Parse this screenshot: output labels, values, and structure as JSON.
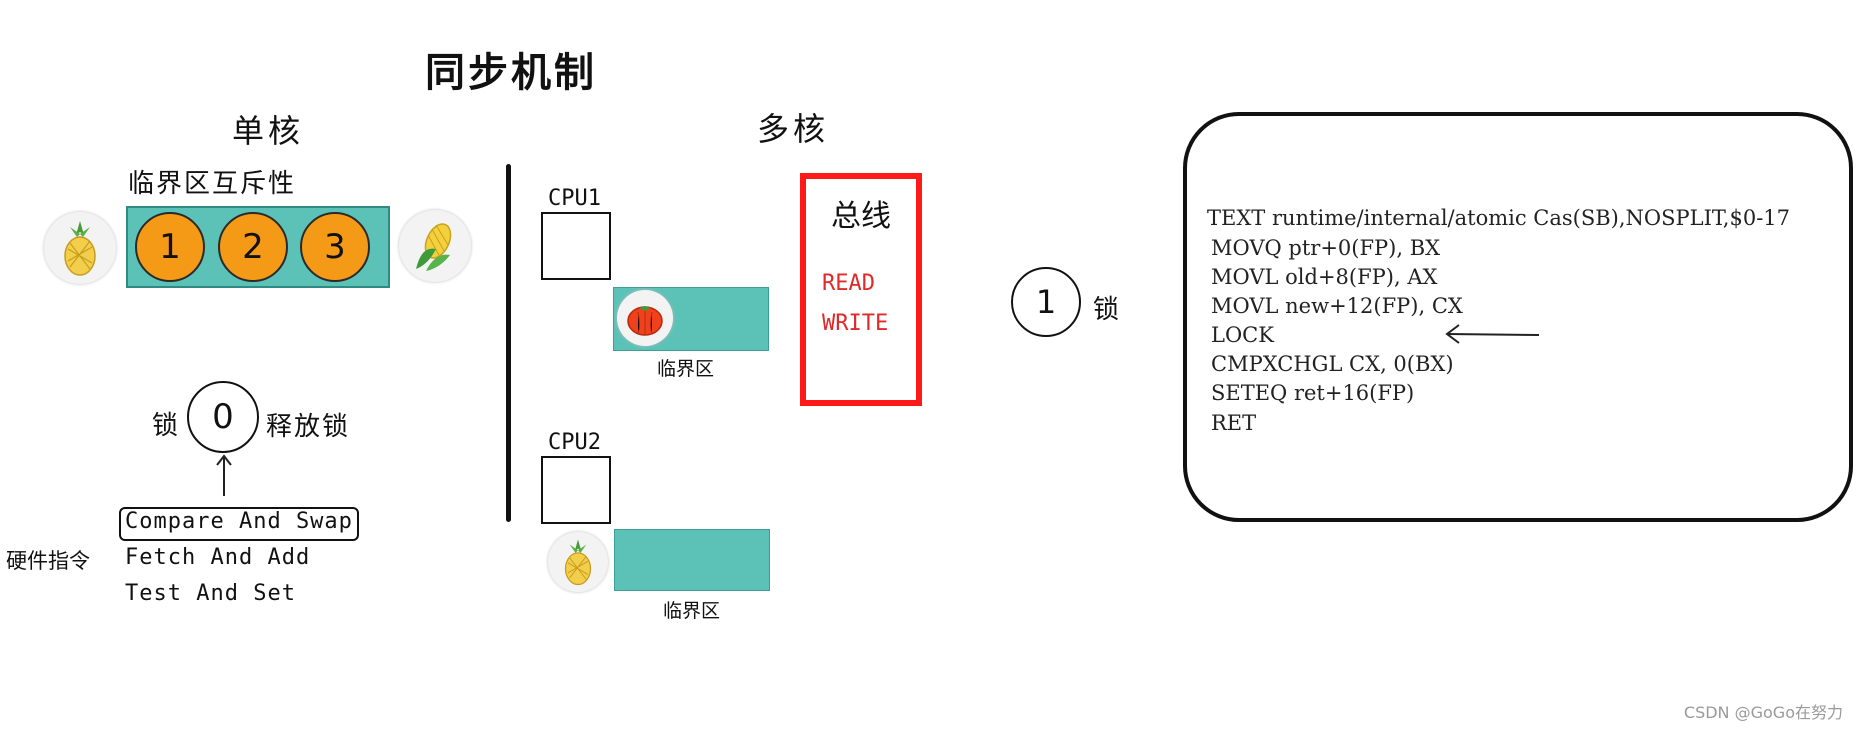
{
  "title": "同步机制",
  "single_core": {
    "heading": "单核",
    "section_label": "临界区互斥性",
    "queue": [
      "1",
      "2",
      "3"
    ],
    "lock_left": "锁",
    "lock_value": "0",
    "lock_right": "释放锁",
    "hw_label": "硬件指令",
    "instructions": [
      "Compare And Swap",
      "Fetch And Add",
      "Test And Set"
    ]
  },
  "multi_core": {
    "heading": "多核",
    "cpu1": "CPU1",
    "cpu2": "CPU2",
    "critical1": "临界区",
    "critical2": "临界区",
    "bus": {
      "title": "总线",
      "read": "READ",
      "write": "WRITE"
    }
  },
  "lock_indicator": {
    "value": "1",
    "label": "锁"
  },
  "code": [
    "TEXT runtime/internal/atomic Cas(SB),NOSPLIT,$0-17",
    "MOVQ ptr+0(FP), BX",
    "MOVL old+8(FP), AX",
    "MOVL new+12(FP), CX",
    "LOCK",
    "CMPXCHGL CX, 0(BX)",
    "SETEQ ret+16(FP)",
    "RET"
  ],
  "watermark": "CSDN @GoGo在努力",
  "colors": {
    "teal": "#5cc2b7",
    "orange": "#f59a17",
    "bus_red": "#ff1a1a"
  },
  "icons": [
    "pineapple-icon",
    "corn-icon",
    "tomato-icon"
  ]
}
